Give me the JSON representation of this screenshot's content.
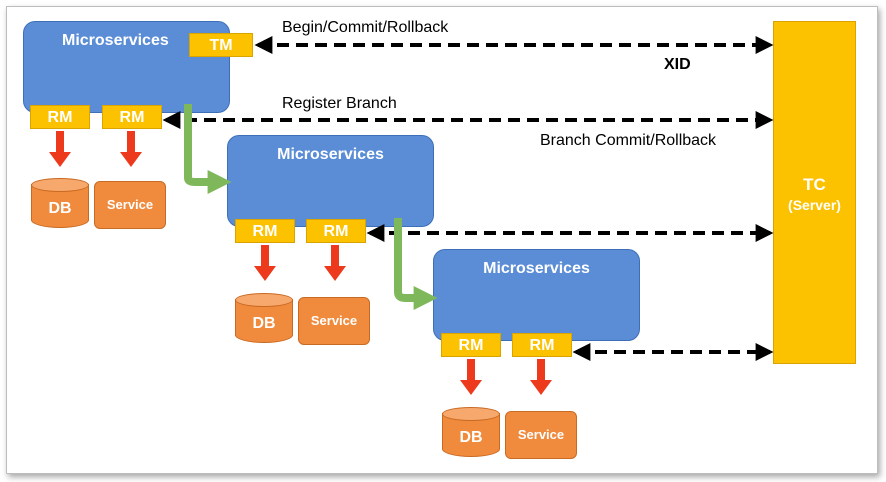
{
  "diagram": {
    "labels": {
      "begin_commit_rollback": "Begin/Commit/Rollback",
      "xid": "XID",
      "register_branch": "Register Branch",
      "branch_commit_rollback": "Branch Commit/Rollback"
    },
    "tc": {
      "title": "TC",
      "subtitle": "(Server)"
    },
    "microservices": [
      {
        "label": "Microservices",
        "tm": "TM",
        "rm": [
          "RM",
          "RM"
        ],
        "db": "DB",
        "service": "Service"
      },
      {
        "label": "Microservices",
        "rm": [
          "RM",
          "RM"
        ],
        "db": "DB",
        "service": "Service"
      },
      {
        "label": "Microservices",
        "rm": [
          "RM",
          "RM"
        ],
        "db": "DB",
        "service": "Service"
      }
    ],
    "colors": {
      "microservice_fill": "#5b8dd6",
      "tag_fill": "#fcc200",
      "storage_fill": "#f08a3c",
      "call_arrow": "#ee3a1c",
      "flow_arrow": "#7fb85a",
      "dashed_arrow": "#000000"
    }
  }
}
